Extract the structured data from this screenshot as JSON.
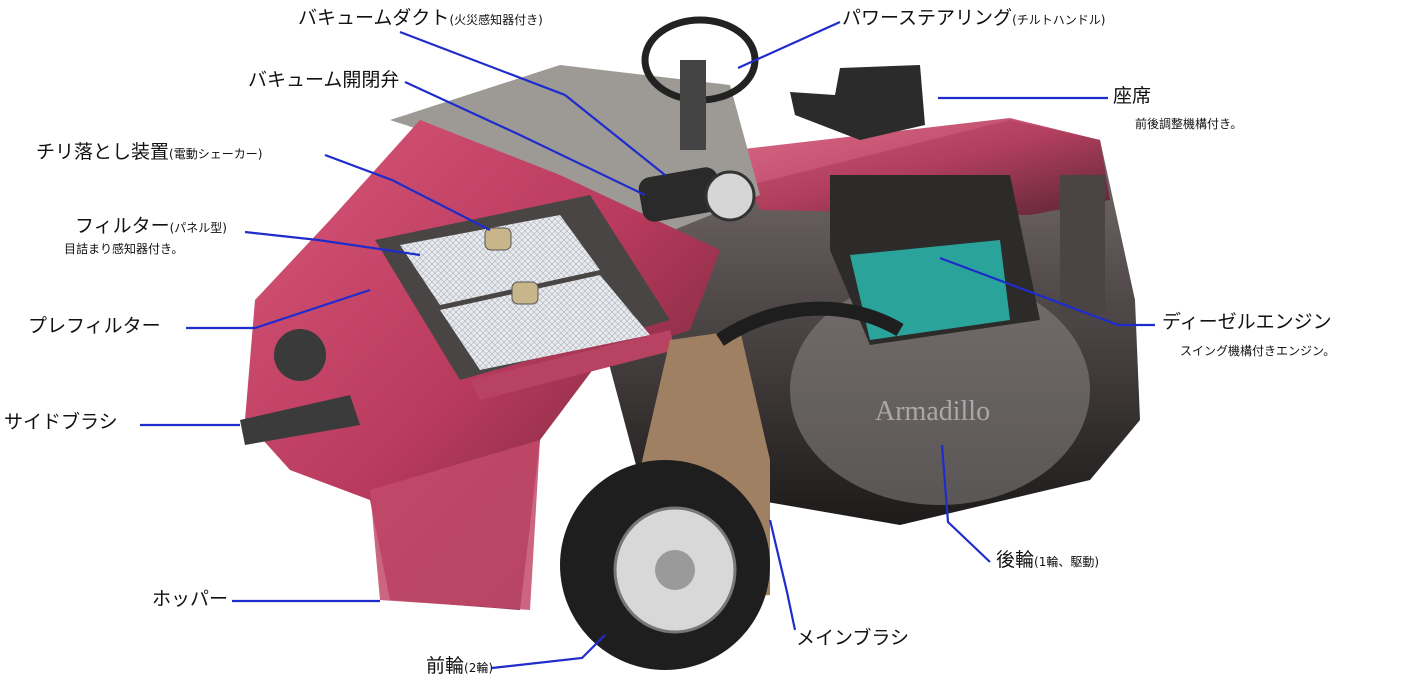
{
  "labels": {
    "vacuum_duct": {
      "main": "バキュームダクト",
      "paren": "(火災感知器付き)"
    },
    "power_steering": {
      "main": "パワーステアリング",
      "paren": "(チルトハンドル)"
    },
    "vacuum_valve": {
      "main": "バキューム開閉弁"
    },
    "seat": {
      "main": "座席",
      "sub": "前後調整機構付き。"
    },
    "dust_shaker": {
      "main": "チリ落とし装置",
      "paren": "(電動シェーカー)"
    },
    "filter": {
      "main": "フィルター",
      "paren": "(パネル型)",
      "sub": "目詰まり感知器付き。"
    },
    "prefilter": {
      "main": "プレフィルター"
    },
    "diesel_engine": {
      "main": "ディーゼルエンジン",
      "sub": "スイング機構付きエンジン。"
    },
    "side_brush": {
      "main": "サイドブラシ"
    },
    "rear_wheel": {
      "main": "後輪",
      "paren": "(1輪、駆動)"
    },
    "hopper": {
      "main": "ホッパー"
    },
    "main_brush": {
      "main": "メインブラシ"
    },
    "front_wheel": {
      "main": "前輪",
      "paren": "(2輪)"
    }
  },
  "brand_text": "Armadillo",
  "colors": {
    "leader_line": "#1f2ccc",
    "body_pink": "#b83a5c",
    "engine_teal": "#2aa39a"
  }
}
